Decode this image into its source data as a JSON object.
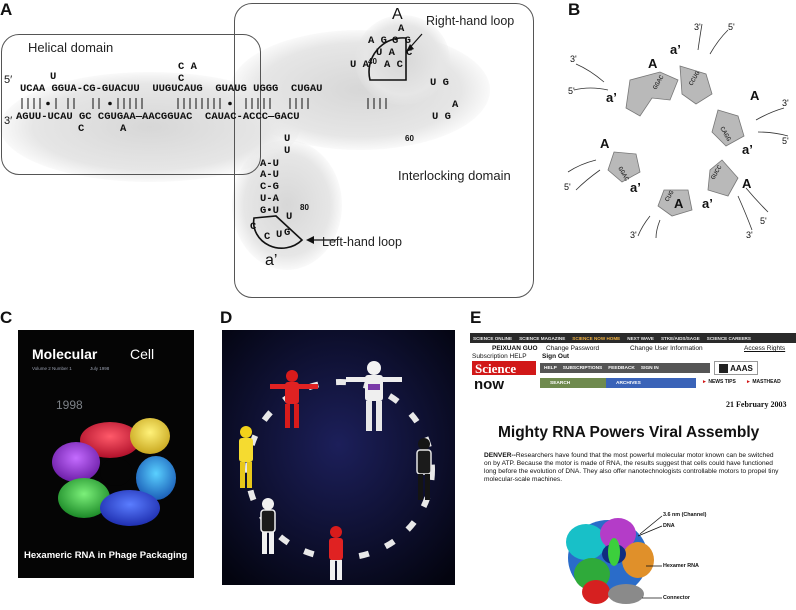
{
  "panel_letters": {
    "a": "A",
    "b": "B",
    "c": "C",
    "d": "D",
    "e": "E"
  },
  "panel_a": {
    "helical_label": "Helical domain",
    "interlocking_label": "Interlocking domain",
    "right_loop_label": "Right-hand loop",
    "left_loop_label": "Left-hand loop",
    "loop_a": "A",
    "loop_a_prime": "a’",
    "five_prime": "5′",
    "three_prime": "3′",
    "top_strand": "UCAA GGUA-CG-GUACUU  UUGUCAUG  GUAUG UGGG  CUGAU",
    "bottom_strand": "AGUU-UCAU GC CGUGAA—AACGGUAC  CAUAC-ACCC—GACU",
    "bulge_u_top": "U",
    "bulge_ca": "C A",
    "bulge_c": "C",
    "bulge_c2": "C",
    "bulge_a2": "A",
    "right_loop_seq": [
      "U A",
      "A G",
      "U A",
      "A C",
      "G G",
      "C",
      "A"
    ],
    "right_tail_top": "U G",
    "right_tail_bottom": "U G",
    "right_tail_a": "A",
    "n40": "40",
    "n60": "60",
    "n80": "80",
    "stem_lines": [
      "A-U",
      "A-U",
      "C-G",
      "U-A",
      "G•U"
    ],
    "stem_uu": [
      "U",
      "U"
    ],
    "left_loop_seq": [
      "C",
      "U",
      "G",
      "C",
      "U"
    ]
  },
  "panel_b": {
    "label_a": "A",
    "label_a_prime": "a’",
    "five_prime": "5'",
    "three_prime": "3'",
    "loop_pairs": [
      "GGAC",
      "CCUG",
      "CAGG",
      "GUCC"
    ]
  },
  "panel_c": {
    "title_main": "Molecular",
    "title_cell": "Cell",
    "year": "1998",
    "volume": "Volume 2 Number 1",
    "month": "July 1998",
    "caption": "Hexameric RNA in Phage Packaging"
  },
  "panel_d": {},
  "panel_e": {
    "topbar": [
      "SCIENCE ONLINE",
      "SCIENCE MAGAZINE",
      "SCIENCE NOW HOME",
      "NEXT WAVE",
      "STKE/AIDS/SAGE",
      "SCIENCE CAREERS"
    ],
    "user_name": "PEIXUAN GUO",
    "change_password": "Change Password",
    "change_info": "Change User Information",
    "access_rights": "Access Rights",
    "subscription_help": "Subscription HELP",
    "sign_out": "Sign Out",
    "brand_science": "Science",
    "brand_now": "now",
    "nav_items": [
      "HELP",
      "SUBSCRIPTIONS",
      "FEEDBACK",
      "SIGN IN"
    ],
    "aaas": "AAAS",
    "search_label": "SEARCH",
    "archives_label": "ARCHIVES",
    "news_tips": "NEWS TIPS",
    "masthead": "MASTHEAD",
    "date": "21 February 2003",
    "headline": "Mighty RNA Powers Viral Assembly",
    "dateline": "DENVER--",
    "body": "Researchers have found that the most powerful molecular motor known can be switched on by ATP. Because the motor is made of RNA, the results suggest that cells could have functioned long before the evolution of DNA. They also offer nanotechnologists controllable motors to propel tiny molecular-scale machines.",
    "label_channel": "3.6 nm (Channel)",
    "label_dna": "DNA",
    "label_hexamer": "Hexamer RNA",
    "label_connector": "Connector",
    "colors": {
      "science_red": "#d11818",
      "search_green": "#6f8a4e",
      "archives_blue": "#3a63b8"
    }
  }
}
